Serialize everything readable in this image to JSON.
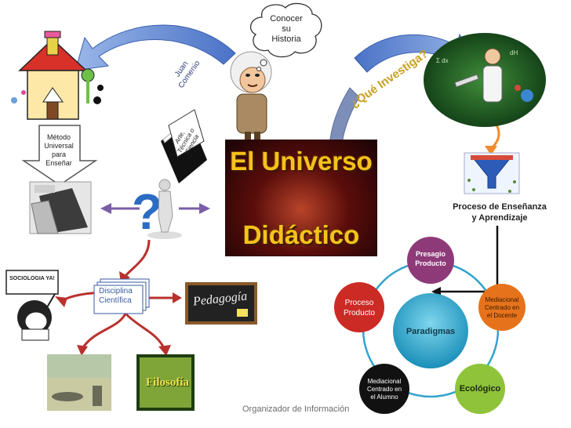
{
  "cloud": {
    "text_1": "Conocer",
    "text_2": "su",
    "text_3": "Historia"
  },
  "rotated": {
    "juan": "Juan",
    "comenio": "Comenio",
    "que_investiga": "¿Qué Investiga?"
  },
  "title": {
    "line1": "El Universo",
    "line2": "Didáctico"
  },
  "metodo": {
    "l1": "Método",
    "l2": "Universal",
    "l3": "para",
    "l4": "Enseñar"
  },
  "book_tag": {
    "l1": "Arte, Técnica o",
    "l2": "Ciencia"
  },
  "proceso_ensenanza": {
    "l1": "Proceso de Enseñanza",
    "l2": "y Aprendizaje"
  },
  "disciplina": {
    "l1": "Disciplina",
    "l2": "Científica"
  },
  "sign": {
    "text": "SOCIOLOGIA YA!"
  },
  "chalkboard": {
    "text": "Pedagogía"
  },
  "filosofia": {
    "text": "Filosofía"
  },
  "cycle": {
    "center": "Paradigmas",
    "nodes": [
      {
        "id": "presagio",
        "l1": "Presagio",
        "l2": "Producto",
        "l3": "",
        "color": "#8e3a78"
      },
      {
        "id": "mediacional-docente",
        "l1": "Mediacional",
        "l2": "Centrado en",
        "l3": "el Docente",
        "color": "#e6731c"
      },
      {
        "id": "ecologico",
        "l1": "Ecológico",
        "l2": "",
        "l3": "",
        "color": "#8fc33a"
      },
      {
        "id": "mediacional-alumno",
        "l1": "Mediacional",
        "l2": "Centrado en",
        "l3": "el Alumno",
        "color": "#111111"
      },
      {
        "id": "proceso-producto",
        "l1": "Proceso",
        "l2": "Producto",
        "l3": "",
        "color": "#cc2a25"
      }
    ],
    "center_color": "#2aa6c8",
    "ring_color": "#33a3cc"
  },
  "footer": {
    "text": "Organizador de Información"
  }
}
